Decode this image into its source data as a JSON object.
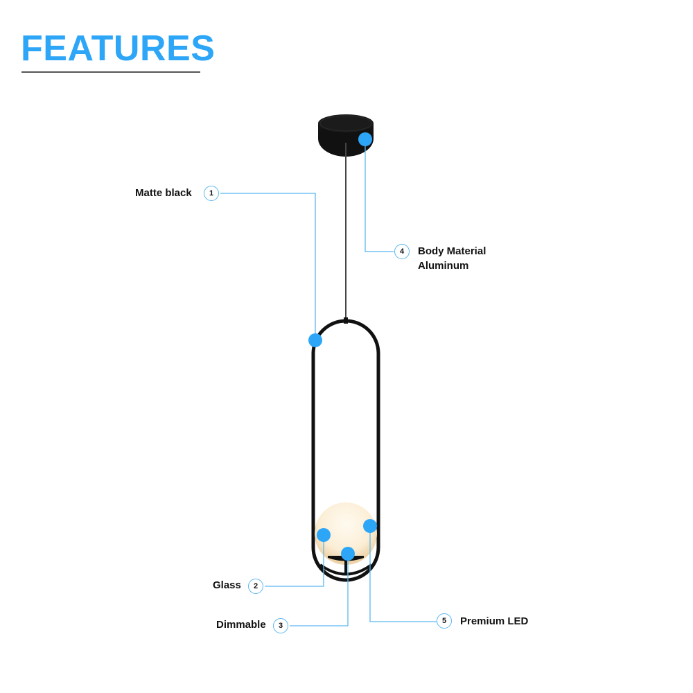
{
  "title": "FEATURES",
  "colors": {
    "accent": "#2ea6f8",
    "leader_line": "#5ab8f0",
    "fixture": "#111111",
    "globe": "#fbf1df"
  },
  "callouts": [
    {
      "number": "1",
      "label": "Matte black"
    },
    {
      "number": "2",
      "label": "Glass"
    },
    {
      "number": "3",
      "label": "Dimmable"
    },
    {
      "number": "4",
      "label_line1": "Body Material",
      "label_line2": "Aluminum"
    },
    {
      "number": "5",
      "label": "Premium LED"
    }
  ]
}
